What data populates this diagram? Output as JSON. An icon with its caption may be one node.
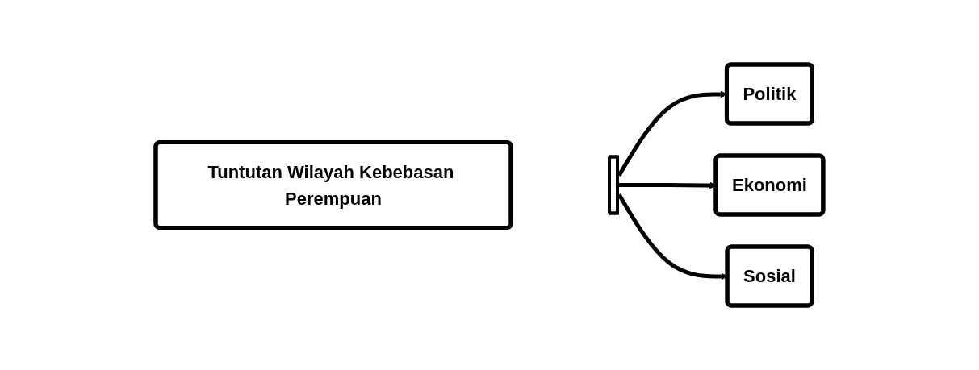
{
  "diagram": {
    "nodes": [
      {
        "text": [
          "Tuntutan Wilayah Kebebasan Perempuan"
        ]
      },
      {
        "text": [],
        "shape": "bar"
      },
      {
        "text": [
          "Politik"
        ]
      },
      {
        "text": [
          "Ekonomi"
        ]
      },
      {
        "text": [
          "Sosial"
        ]
      }
    ],
    "edges": [
      {
        "from": 1,
        "to": 2,
        "arrow": "to"
      },
      {
        "from": 1,
        "to": 3,
        "arrow": "to"
      },
      {
        "from": 1,
        "to": 4,
        "arrow": "to"
      }
    ]
  }
}
